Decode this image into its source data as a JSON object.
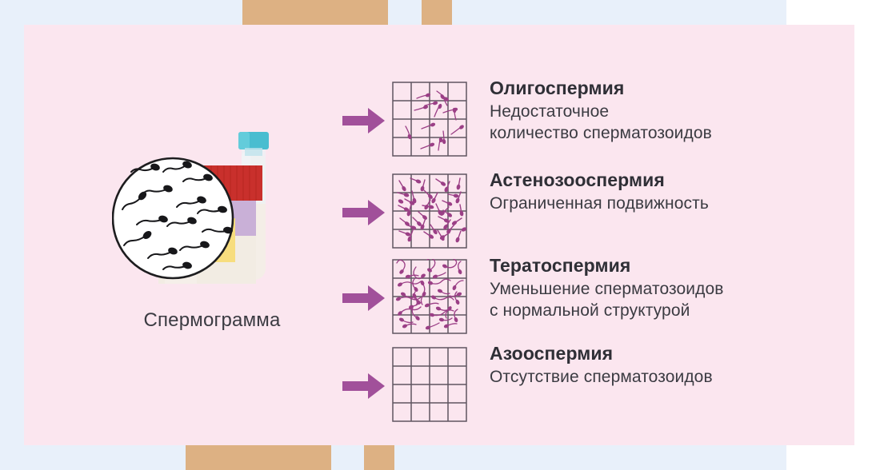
{
  "colors": {
    "background_blue": "#e8f0fa",
    "panel_pink": "#fbe6ef",
    "decor_tan": "#ddb183",
    "arrow_purple": "#a1509a",
    "sperm_purple": "#9b3f86",
    "grid_line": "#5f5560",
    "title_text": "#2f2f36",
    "body_text": "#3b3b42",
    "jar_lid_red": "#c9302c",
    "jar_label_yellow": "#f7dd7e",
    "tube_cap_teal": "#49bdd0"
  },
  "illustration": {
    "caption": "Спермограмма",
    "microscope_circle_name": "sperm-sample-circle",
    "specimen_jar_name": "specimen-jar",
    "test_tube_name": "test-tube"
  },
  "rows": [
    {
      "term": "Олигоспермия",
      "desc_line1": "Недостаточное",
      "desc_line2": "количество сперматозоидов",
      "grid_label": "sperm-density-grid-sparse",
      "sperm_count": 14,
      "arrow_label": "arrow-right-oligospermia"
    },
    {
      "term": "Астенозооспермия",
      "desc_line1": "Ограниченная подвижность",
      "desc_line2": "",
      "grid_label": "sperm-density-grid-immotile",
      "sperm_count": 40,
      "arrow_label": "arrow-right-asthenozoospermia"
    },
    {
      "term": "Тератоспермия",
      "desc_line1": "Уменьшение сперматозоидов",
      "desc_line2": "с нормальной структурой",
      "grid_label": "sperm-density-grid-abnormal",
      "sperm_count": 34,
      "arrow_label": "arrow-right-teratospermia"
    },
    {
      "term": "Азооспермия",
      "desc_line1": "Отсутствие сперматозоидов",
      "desc_line2": "",
      "grid_label": "sperm-density-grid-empty",
      "sperm_count": 0,
      "arrow_label": "arrow-right-azoospermia"
    }
  ]
}
